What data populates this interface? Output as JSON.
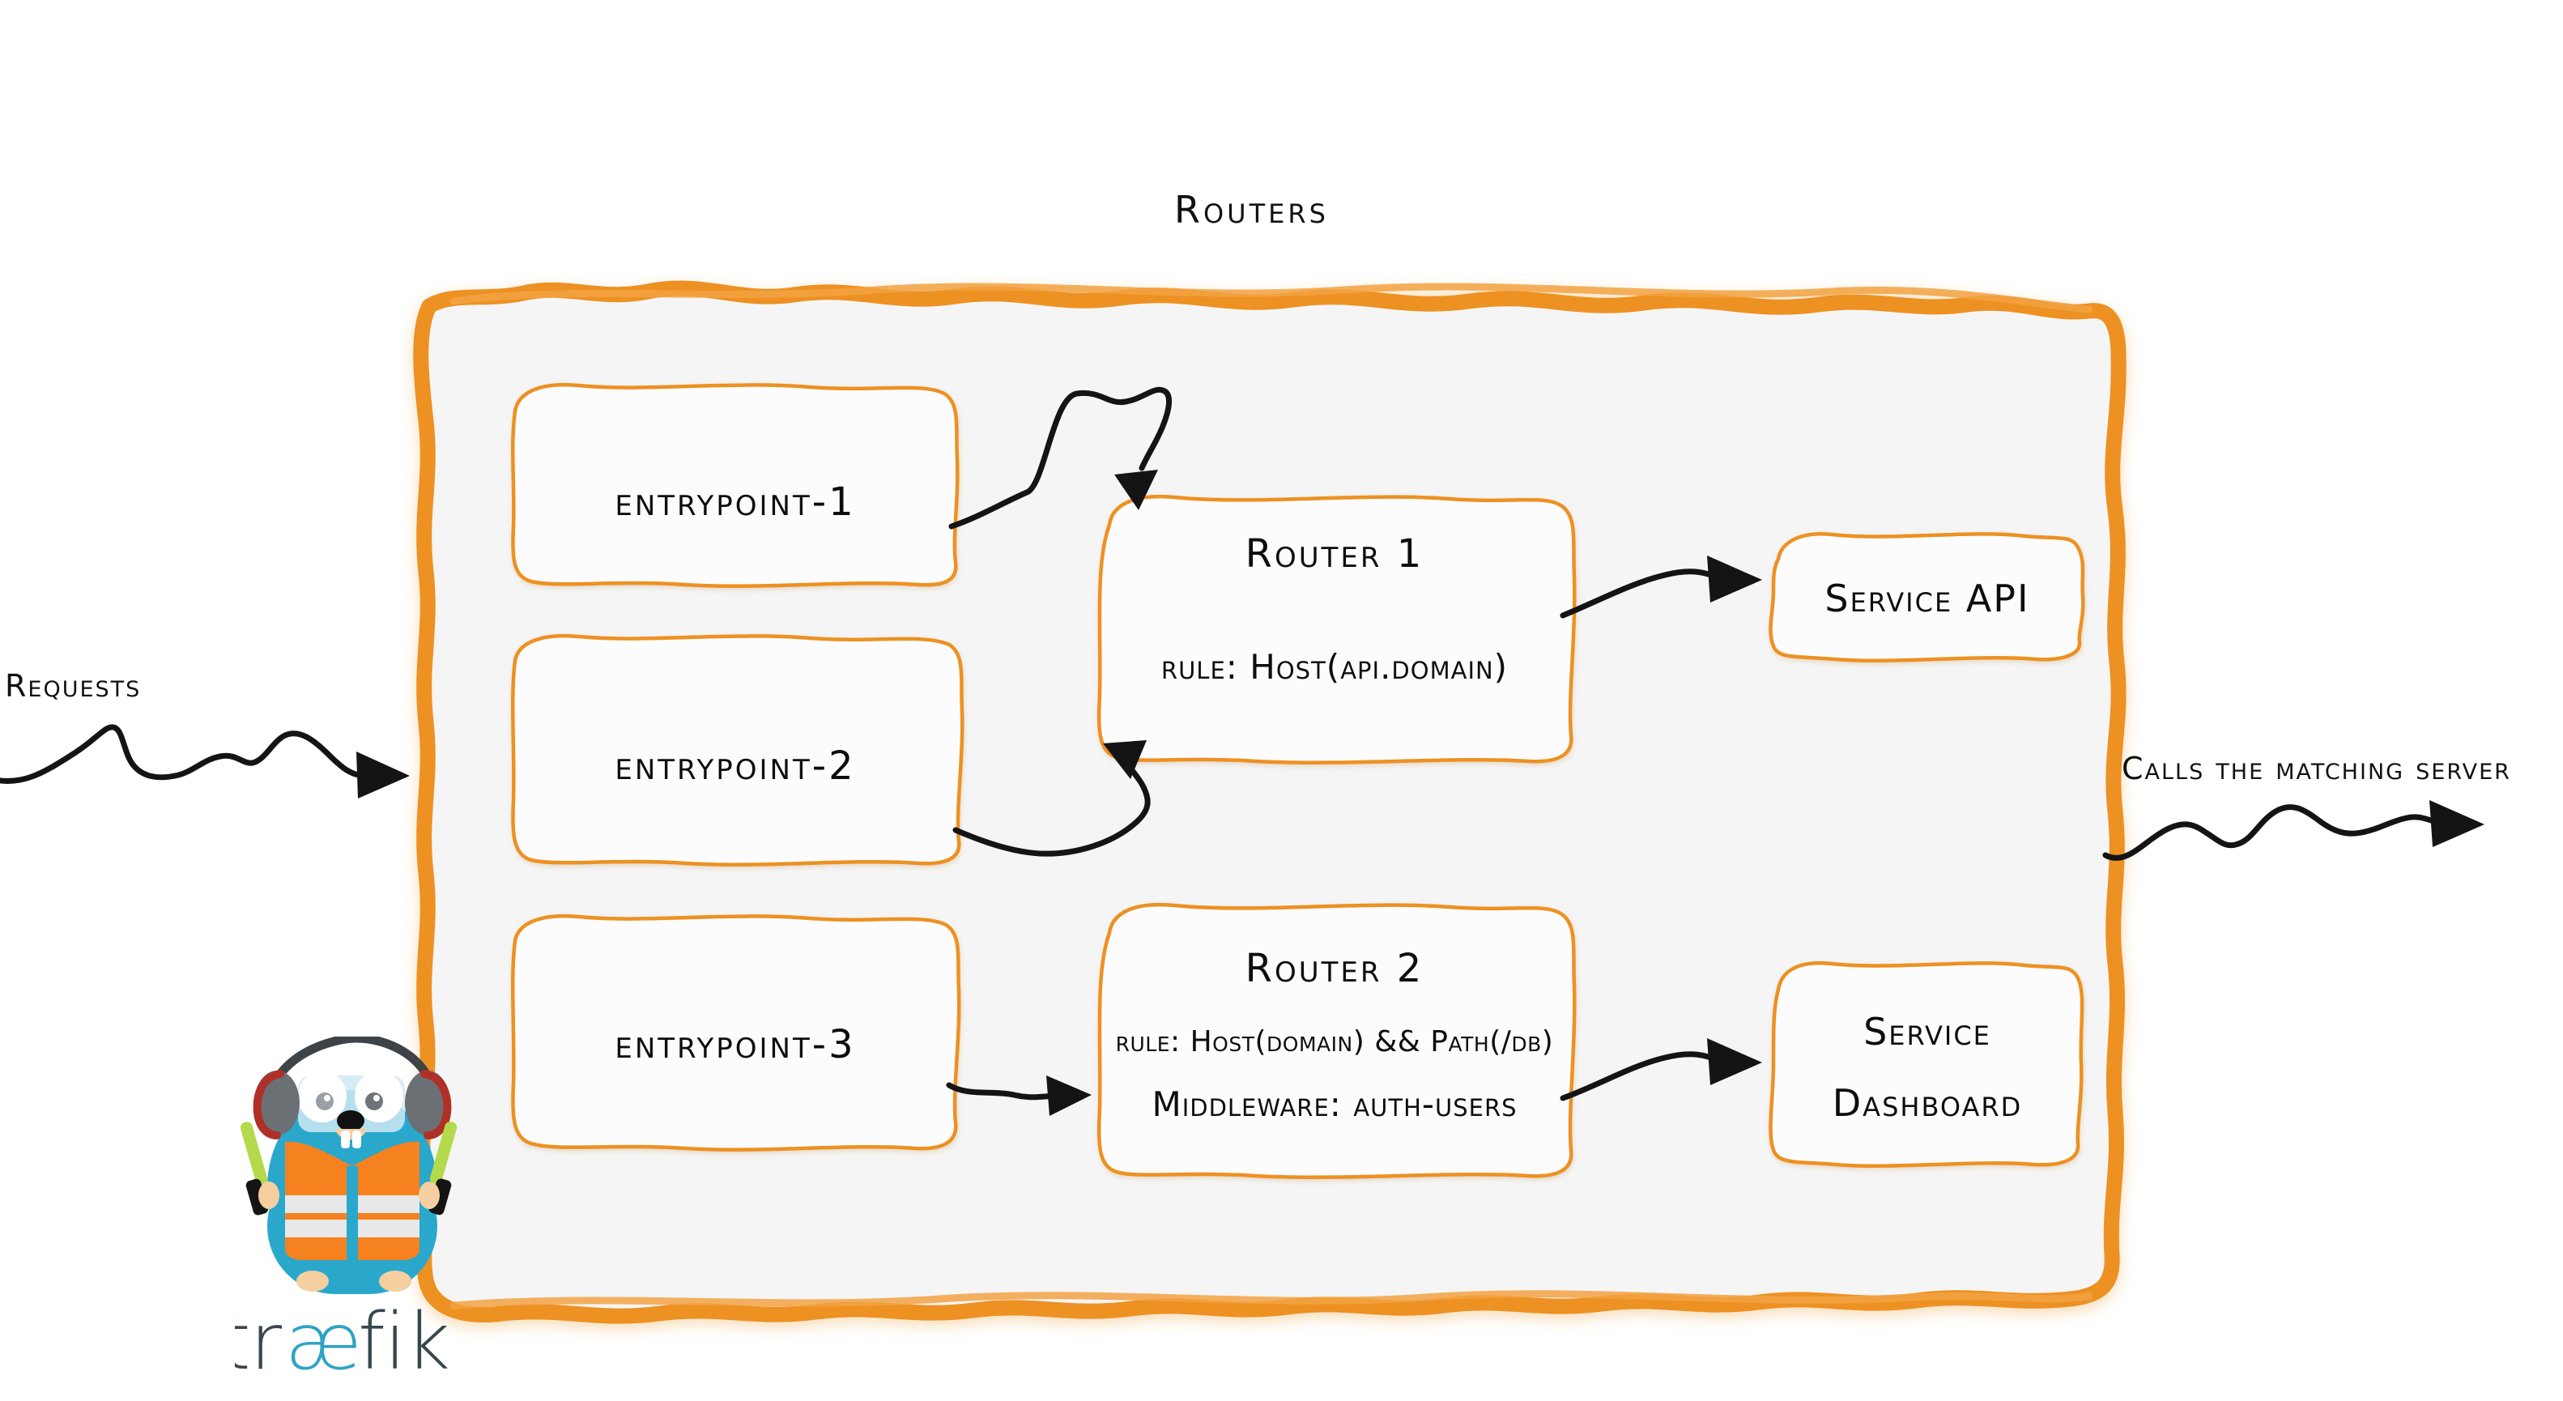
{
  "diagram": {
    "title": "Routers",
    "container_label": "routers-container",
    "colors": {
      "accent_orange": "#ED9121",
      "container_fill": "#f5f5f5",
      "box_fill": "#fcfcfc",
      "ink": "#141414",
      "mascot_body": "#29A8CC",
      "mascot_vest": "#F5821F",
      "mascot_stripe": "#E8E8E8",
      "mascot_baton": "#B5D94C",
      "logo_text": "#37474F",
      "logo_ae": "#2FA3C4"
    }
  },
  "entrypoints": [
    {
      "id": "entrypoint-1",
      "label": "entrypoint-1"
    },
    {
      "id": "entrypoint-2",
      "label": "entrypoint-2"
    },
    {
      "id": "entrypoint-3",
      "label": "entrypoint-3"
    }
  ],
  "routers": [
    {
      "id": "router-1",
      "title": "Router 1",
      "rule_prefix": "rule:",
      "rule_value": "Host(api.domain)",
      "rule_line": "rule: Host(api.domain)",
      "middleware_label": "",
      "middleware_value": ""
    },
    {
      "id": "router-2",
      "title": "Router 2",
      "rule_prefix": "rule:",
      "rule_value": "Host(domain) && Path(/db)",
      "rule_line": "rule: Host(domain) && Path(/db)",
      "middleware_label": "Middleware:",
      "middleware_value": "auth-users",
      "middleware_line": "Middleware: auth-users"
    }
  ],
  "services": [
    {
      "id": "service-api",
      "lines": [
        "Service API"
      ]
    },
    {
      "id": "service-dashboard",
      "lines": [
        "Service",
        "Dashboard"
      ]
    }
  ],
  "labels": {
    "requests": "Requests",
    "calls_matching_server": "Calls the matching server"
  },
  "logo": {
    "word_prefix": "tr",
    "word_ligature": "æ",
    "word_suffix": "fik",
    "full": "træfik",
    "mascot_name": "traefik-gopher-mascot"
  }
}
